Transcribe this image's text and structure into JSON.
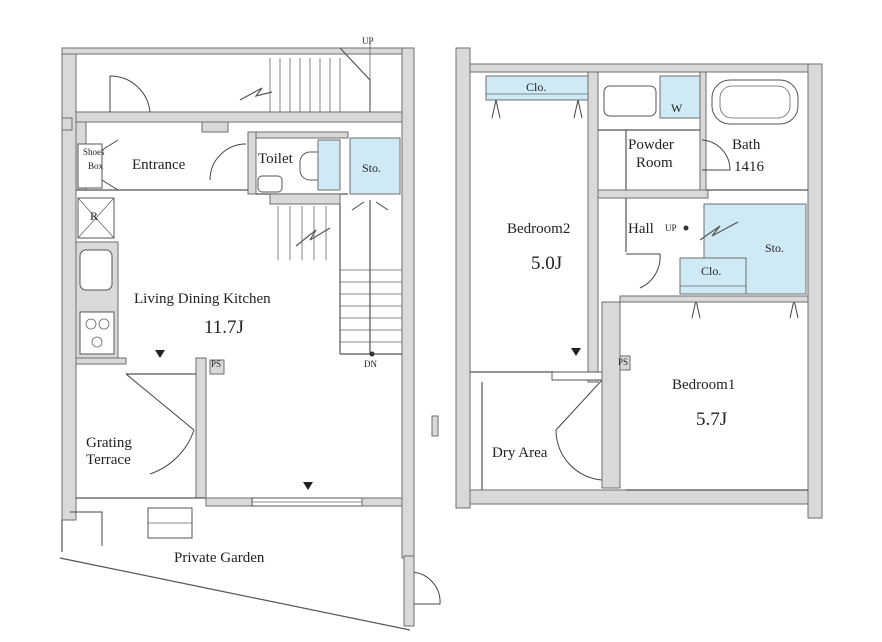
{
  "rooms": {
    "entrance": "Entrance",
    "shoes_box_1": "Shoes",
    "shoes_box_2": "Box",
    "toilet": "Toilet",
    "sto_1": "Sto.",
    "refrigerator": "R",
    "ldk": "Living Dining Kitchen",
    "ldk_area": "11.7J",
    "grating_1": "Grating",
    "grating_2": "Terrace",
    "garden": "Private Garden",
    "clo_1": "Clo.",
    "washer": "W",
    "powder_1": "Powder",
    "powder_2": "Room",
    "bath_1": "Bath",
    "bath_2": "1416",
    "bedroom2": "Bedroom2",
    "bedroom2_area": "5.0J",
    "hall": "Hall",
    "sto_2": "Sto.",
    "clo_2": "Clo.",
    "bedroom1": "Bedroom1",
    "bedroom1_area": "5.7J",
    "dry_area": "Dry Area"
  },
  "markers": {
    "up_1": "UP",
    "dn": "DN",
    "ps_1": "PS",
    "up_2": "UP",
    "ps_2": "PS"
  }
}
